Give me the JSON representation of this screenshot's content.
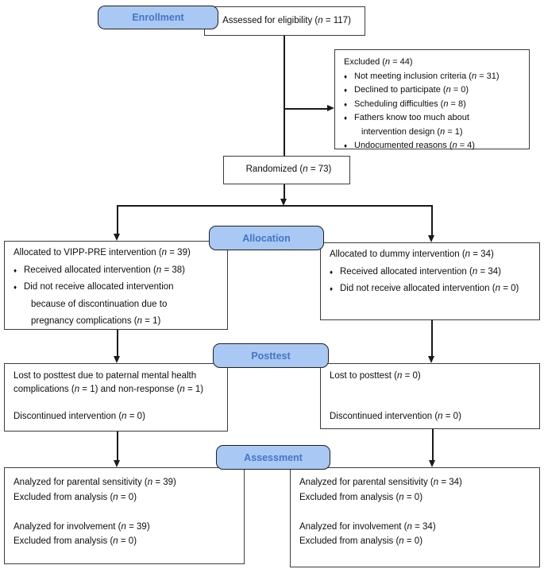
{
  "diagram_type": "CONSORT participant flow diagram",
  "colors": {
    "stage_label_fill": "#a9c8f3",
    "stage_label_text": "#4576c4",
    "stage_label_border": "#1f1f1f",
    "box_border": "#3c3c3c",
    "connector": "#1a1a1a",
    "text": "#0d0d0d",
    "background": "#ffffff"
  },
  "stages": {
    "enrollment": "Enrollment",
    "allocation": "Allocation",
    "posttest": "Posttest",
    "assessment": "Assessment"
  },
  "bullet_icon": "diamond-bullet-icon",
  "boxes": {
    "eligibility": {
      "lines": [
        "Assessed for eligibility (n = 117)"
      ]
    },
    "excluded": {
      "title": "Excluded (n = 44)",
      "bullets": [
        [
          "Not meeting inclusion criteria (n = 31)"
        ],
        [
          "Declined to participate (n = 0)"
        ],
        [
          "Scheduling difficulties (n = 8)"
        ],
        [
          "Fathers know too much about",
          "intervention design (n = 1)"
        ],
        [
          "Undocumented reasons (n = 4)"
        ]
      ]
    },
    "randomized": {
      "lines": [
        "Randomized (n = 73)"
      ]
    },
    "allocation_left": {
      "title": "Allocated to VIPP-PRE intervention (n = 39)",
      "bullets": [
        [
          "Received allocated intervention (n = 38)"
        ],
        [
          "Did not receive allocated intervention",
          "because of discontinuation due to",
          "pregnancy complications (n = 1)"
        ]
      ]
    },
    "allocation_right": {
      "title": "Allocated to dummy intervention (n = 34)",
      "bullets": [
        [
          "Received allocated intervention (n = 34)"
        ],
        [
          "Did not receive allocated intervention (n = 0)"
        ]
      ]
    },
    "posttest_left": {
      "lines": [
        "Lost to posttest due to paternal mental health",
        "complications (n = 1) and non-response (n = 1)",
        "",
        "Discontinued intervention (n = 0)"
      ]
    },
    "posttest_right": {
      "lines": [
        "Lost to posttest (n = 0)",
        "",
        "",
        "Discontinued intervention (n = 0)"
      ]
    },
    "assessment_left": {
      "lines": [
        "Analyzed for parental sensitivity (n = 39)",
        "Excluded from analysis (n = 0)",
        "",
        "Analyzed for involvement (n = 39)",
        "Excluded from analysis (n = 0)"
      ]
    },
    "assessment_right": {
      "lines": [
        "Analyzed for parental sensitivity (n = 34)",
        "Excluded from analysis (n = 0)",
        "",
        "Analyzed for involvement (n = 34)",
        "Excluded from analysis (n = 0)"
      ]
    }
  }
}
